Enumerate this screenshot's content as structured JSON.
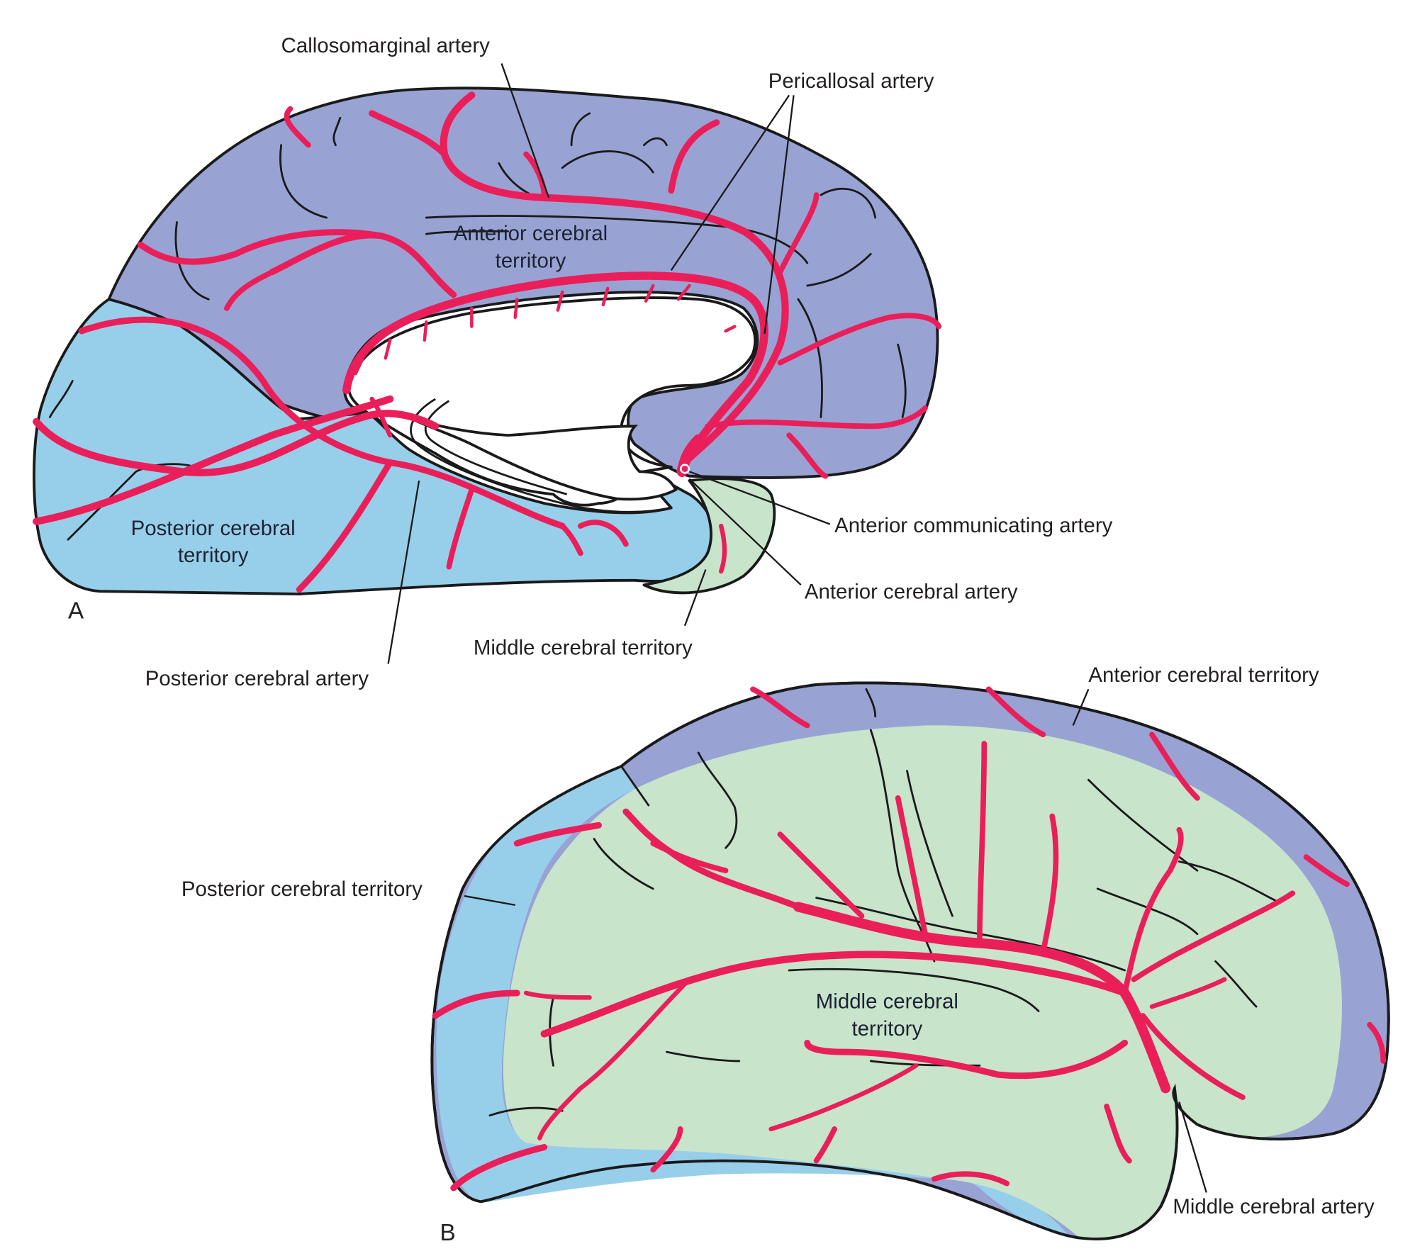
{
  "figure": {
    "colors": {
      "anterior_territory": "#98a3d4",
      "posterior_territory": "#97cfeb",
      "middle_territory": "#c8e4cb",
      "artery": "#ea1f5a",
      "outline": "#1a1a1a",
      "background": "#ffffff"
    },
    "panel_a": {
      "letter": "A",
      "view": "medial",
      "territory_labels": {
        "anterior_line1": "Anterior cerebral",
        "anterior_line2": "territory",
        "posterior_line1": "Posterior cerebral",
        "posterior_line2": "territory"
      },
      "callouts": {
        "callosomarginal": "Callosomarginal artery",
        "pericallosal": "Pericallosal artery",
        "anterior_communicating": "Anterior communicating artery",
        "anterior_cerebral_artery": "Anterior cerebral artery",
        "middle_cerebral_territory": "Middle cerebral territory",
        "posterior_cerebral_artery": "Posterior cerebral artery"
      }
    },
    "panel_b": {
      "letter": "B",
      "view": "lateral",
      "territory_labels": {
        "middle_line1": "Middle cerebral",
        "middle_line2": "territory"
      },
      "callouts": {
        "anterior_cerebral_territory": "Anterior cerebral territory",
        "posterior_cerebral_territory": "Posterior cerebral territory",
        "middle_cerebral_artery": "Middle cerebral artery"
      }
    }
  }
}
